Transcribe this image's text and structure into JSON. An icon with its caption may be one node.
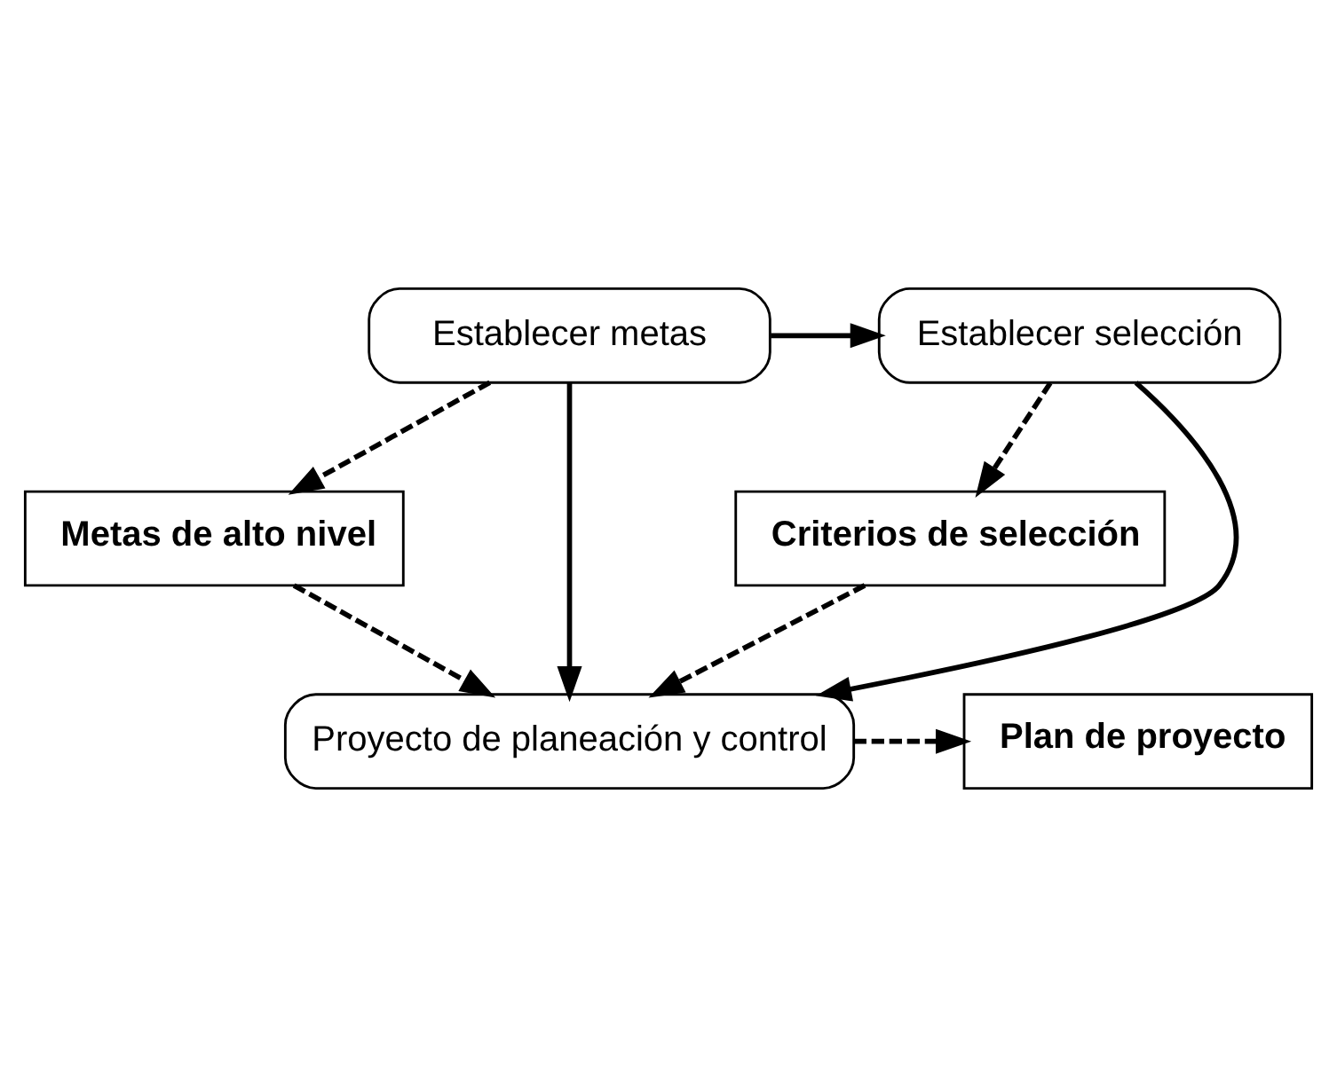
{
  "diagram": {
    "nodes": [
      {
        "text": [
          "Establecer metas"
        ]
      },
      {
        "text": [
          "Establecer selección"
        ]
      },
      {
        "text": [
          "Metas de alto nivel"
        ]
      },
      {
        "text": [
          "Criterios de selección"
        ]
      },
      {
        "text": [
          "Proyecto de planeación y control"
        ]
      },
      {
        "text": [
          "Plan de proyecto"
        ]
      }
    ],
    "edges": [
      {
        "from": 0,
        "to": 1,
        "arrow": "to"
      },
      {
        "from": 0,
        "to": 2,
        "arrow": "to",
        "style": "dashed"
      },
      {
        "from": 0,
        "to": 4,
        "arrow": "to"
      },
      {
        "from": 1,
        "to": 3,
        "arrow": "to",
        "style": "dashed"
      },
      {
        "from": 2,
        "to": 4,
        "arrow": "to",
        "style": "dashed"
      },
      {
        "from": 1,
        "to": 4,
        "arrow": "to"
      },
      {
        "from": 3,
        "to": 4,
        "arrow": "to",
        "style": "dashed"
      },
      {
        "from": 4,
        "to": 5,
        "arrow": "to",
        "style": "dashed"
      }
    ]
  }
}
